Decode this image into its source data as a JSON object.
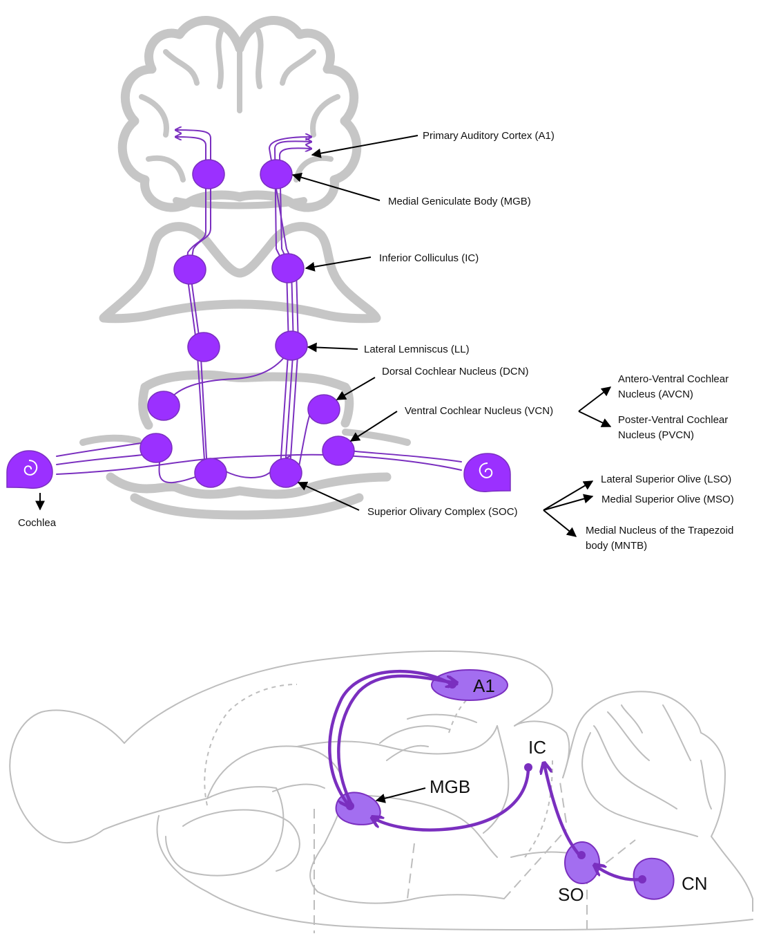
{
  "coronal": {
    "labels": {
      "a1": "Primary Auditory Cortex (A1)",
      "mgb": "Medial Geniculate Body (MGB)",
      "ic": "Inferior Colliculus (IC)",
      "ll": "Lateral Lemniscus (LL)",
      "dcn": "Dorsal Cochlear Nucleus (DCN)",
      "vcn": "Ventral Cochlear Nucleus (VCN)",
      "avcn_1": "Antero-Ventral Cochlear",
      "avcn_2": "Nucleus (AVCN)",
      "pvcn_1": "Poster-Ventral Cochlear",
      "pvcn_2": "Nucleus (PVCN)",
      "soc": "Superior Olivary Complex (SOC)",
      "lso": "Lateral Superior Olive (LSO)",
      "mso": "Medial Superior Olive (MSO)",
      "mntb_1": "Medial Nucleus of the Trapezoid",
      "mntb_2": "body (MNTB)",
      "cochlea": "Cochlea"
    }
  },
  "sagittal": {
    "labels": {
      "a1": "A1",
      "ic": "IC",
      "mgb": "MGB",
      "so": "SO",
      "cn": "CN"
    }
  },
  "colors": {
    "nucleus": "#9b30ff",
    "fiber": "#7a2fbf",
    "brain_outline": "#c6c6c6"
  }
}
